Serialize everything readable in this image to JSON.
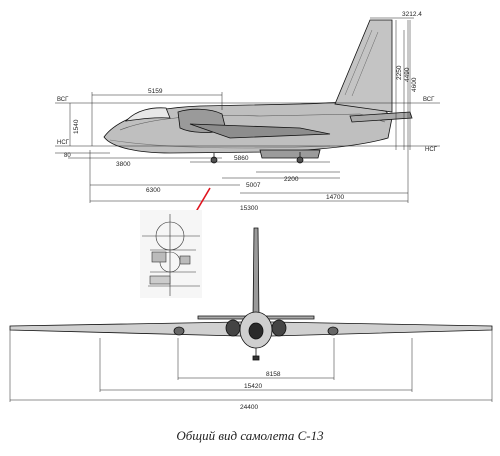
{
  "caption": "Общий вид самолета С-13",
  "side_view": {
    "dims": {
      "tail_height": "3212.4",
      "top_length": "5159",
      "h1540": "1540",
      "h3800": "3800",
      "d5860": "5860",
      "d5007": "5007",
      "d2200": "2200",
      "d6300": "6300",
      "d14700": "14700",
      "total_length": "15300",
      "v2250": "2250",
      "v4490": "4490",
      "v4600": "4600",
      "label_bcf": "ВСГ",
      "label_nsg": "НСГ",
      "label_bcf_r": "ВСГ",
      "label_nsg_r": "НСГ",
      "small_80": "80"
    }
  },
  "front_view": {
    "dims": {
      "track": "8158",
      "span_inner": "15420",
      "span_total": "24400"
    }
  },
  "accent_color": "#e0141e"
}
